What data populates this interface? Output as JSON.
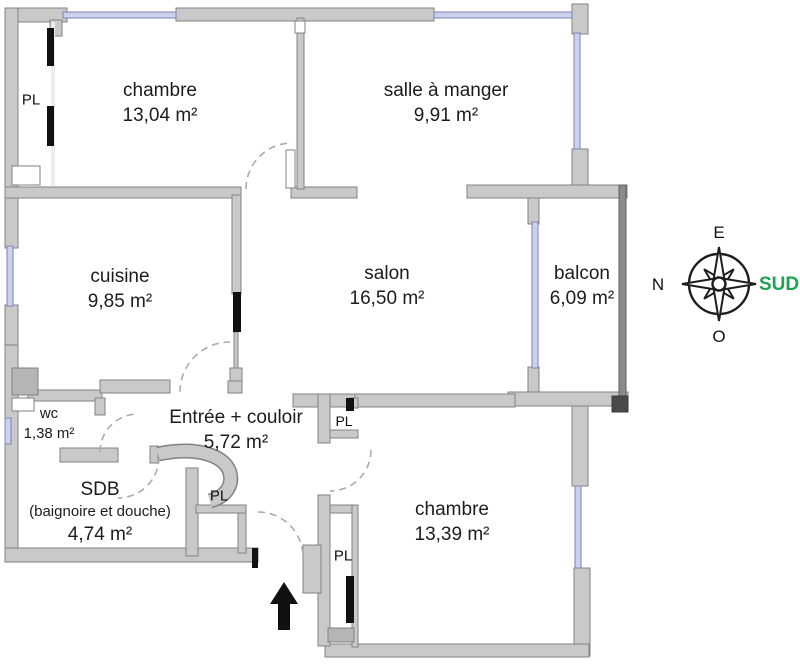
{
  "plan": {
    "rooms": [
      {
        "name": "chambre-1",
        "label": "chambre",
        "area": "13,04 m²"
      },
      {
        "name": "salle-a-manger",
        "label": "salle à manger",
        "area": "9,91 m²"
      },
      {
        "name": "cuisine",
        "label": "cuisine",
        "area": "9,85 m²"
      },
      {
        "name": "salon",
        "label": "salon",
        "area": "16,50 m²"
      },
      {
        "name": "balcon",
        "label": "balcon",
        "area": "6,09 m²"
      },
      {
        "name": "wc",
        "label": "wc",
        "area": "1,38 m²"
      },
      {
        "name": "entree-couloir",
        "label": "Entrée + couloir",
        "area": "5,72 m²"
      },
      {
        "name": "sdb",
        "label": "SDB",
        "sublabel": "(baignoire et douche)",
        "area": "4,74 m²"
      },
      {
        "name": "chambre-2",
        "label": "chambre",
        "area": "13,39 m²"
      }
    ],
    "closet_label": "PL",
    "compass": {
      "east": "E",
      "north": "N",
      "west": "O",
      "south": "SUD",
      "south_color": "#1fa352"
    },
    "colors": {
      "wall": "#c9c9c9",
      "wall_stroke": "#828282",
      "window": "#ccd1ec",
      "window_stroke": "#7b82b8",
      "black": "#111111"
    }
  }
}
